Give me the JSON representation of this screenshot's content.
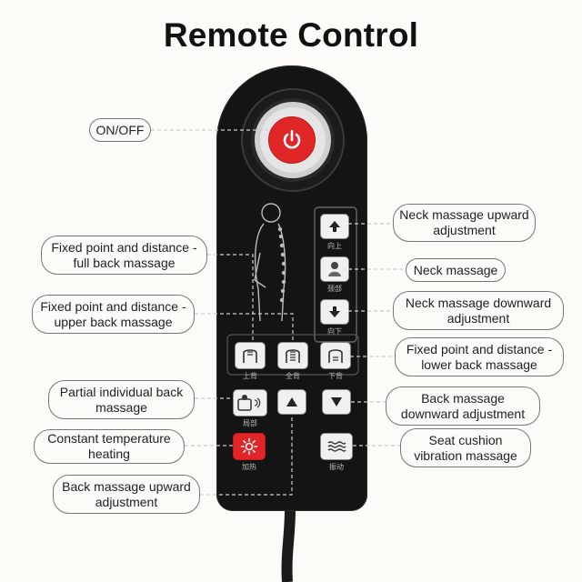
{
  "title": "Remote Control",
  "labels": {
    "on_off": "ON/OFF",
    "fixed_full_back": "Fixed point and distance - full back massage",
    "fixed_upper_back": "Fixed point and distance - upper back massage",
    "partial_back": "Partial individual back massage",
    "constant_heating": "Constant temperature heating",
    "back_upward": "Back massage upward adjustment",
    "neck_upward": "Neck massage upward adjustment",
    "neck_massage": "Neck massage",
    "neck_downward": "Neck massage downward adjustment",
    "fixed_lower_back": "Fixed point and distance - lower back massage",
    "back_downward": "Back massage downward adjustment",
    "seat_vibration": "Seat cushion vibration massage"
  },
  "button_captions": {
    "neck_up": "向上",
    "neck": "颈部",
    "neck_down": "向下",
    "upper_back": "上背",
    "full_back": "全背",
    "lower_back": "下背",
    "partial": "局部",
    "heating": "加热",
    "vibration": "振动"
  },
  "colors": {
    "power": "#e02626",
    "remote_body": "#141414",
    "label_border": "#777777"
  }
}
